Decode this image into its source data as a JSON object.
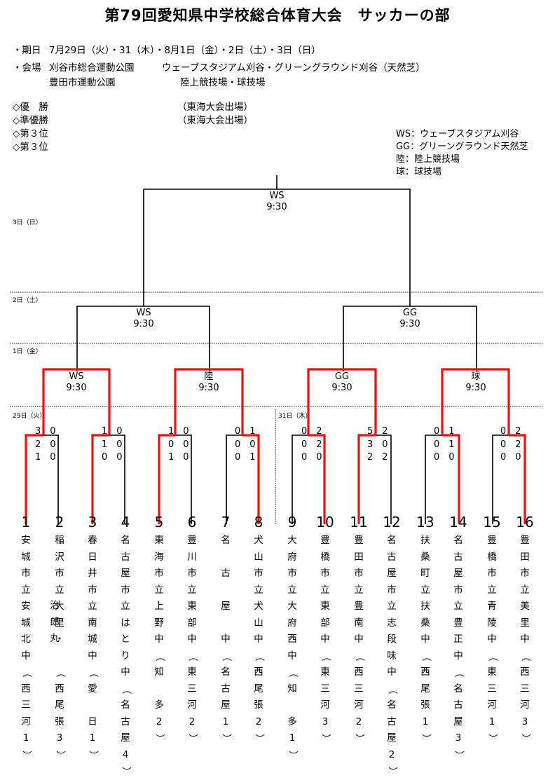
{
  "title": "第79回愛知県中学校総合体育大会　サッカーの部",
  "info": {
    "period_label": "・期日",
    "period_value": "7月29日（火）・31（木）・8月1日（金）・2日（土）・3日（日）",
    "venue_label": "・会場",
    "venue1_name": "刈谷市総合運動公園",
    "venue1_fields": "ウェーブスタジアム刈谷・グリーングラウンド刈谷（天然芝）",
    "venue2_name": "豊田市運動公園",
    "venue2_fields": "陸上競技場・球技場"
  },
  "results": [
    {
      "label": "◇優　勝",
      "note": "（東海大会出場）"
    },
    {
      "label": "◇準優勝",
      "note": "（東海大会出場）"
    },
    {
      "label": "◇第３位",
      "note": ""
    },
    {
      "label": "◇第３位",
      "note": ""
    }
  ],
  "legend": [
    "WS：ウェーブスタジアム刈谷",
    "GG：グリーングラウンド天然芝",
    "陸：陸上競技場",
    "球：球技場"
  ],
  "days": {
    "d3": "3日（日）",
    "d2": "2日（土）",
    "d1": "1日（金）",
    "d29": "29日（火）",
    "d31": "31日（木）"
  },
  "final": {
    "venue": "WS",
    "time": "9:30"
  },
  "semis": [
    {
      "venue": "WS",
      "time": "9:30"
    },
    {
      "venue": "GG",
      "time": "9:30"
    }
  ],
  "quarters": [
    {
      "venue": "WS",
      "time": "9:30"
    },
    {
      "venue": "陸",
      "time": "9:30"
    },
    {
      "venue": "GG",
      "time": "9:30"
    },
    {
      "venue": "球",
      "time": "9:30"
    }
  ],
  "r1_scores": [
    {
      "total": "3　0",
      "h1": "2　0",
      "h2": "1　0"
    },
    {
      "total": "1　0",
      "h1": "1　0",
      "h2": "0　0"
    },
    {
      "total": "1　0",
      "h1": "0　0",
      "h2": "1　0"
    },
    {
      "total": "0　1",
      "h1": "0　0",
      "h2": "0　1"
    },
    {
      "total": "0　2",
      "h1": "0　2",
      "h2": "0　0"
    },
    {
      "total": "5　2",
      "h1": "3　0",
      "h2": "2　2"
    },
    {
      "total": "0　1",
      "h1": "0　1",
      "h2": "0　0"
    },
    {
      "total": "0　2",
      "h1": "0　2",
      "h2": "0　0"
    }
  ],
  "teams": [
    {
      "num": "1",
      "chars": [
        "安",
        "城",
        "市",
        "立",
        "安",
        "城",
        "北",
        "中",
        "（",
        "西",
        "三",
        "河",
        "1",
        "）"
      ]
    },
    {
      "num": "2",
      "chars": [
        "稲",
        "沢",
        "市",
        "立",
        "大",
        "里",
        "・",
        "",
        "（",
        "西",
        "尾",
        "張",
        "3",
        "）"
      ],
      "extra": "治郎丸"
    },
    {
      "num": "3",
      "chars": [
        "春",
        "日",
        "井",
        "市",
        "立",
        "南",
        "城",
        "中",
        "（",
        "愛",
        "",
        "日",
        "1",
        "）"
      ]
    },
    {
      "num": "4",
      "chars": [
        "名",
        "古",
        "屋",
        "市",
        "立",
        "は",
        "と",
        "り",
        "中",
        "（",
        "名",
        "古",
        "屋",
        "4",
        "）"
      ]
    },
    {
      "num": "5",
      "chars": [
        "東",
        "海",
        "市",
        "立",
        "上",
        "野",
        "中",
        "（",
        "知",
        "",
        "多",
        "2",
        "）"
      ]
    },
    {
      "num": "6",
      "chars": [
        "豊",
        "川",
        "市",
        "立",
        "東",
        "部",
        "中",
        "（",
        "東",
        "三",
        "河",
        "2",
        "）"
      ]
    },
    {
      "num": "7",
      "chars": [
        "名",
        "",
        "古",
        "",
        "屋",
        "",
        "中",
        "（",
        "名",
        "古",
        "屋",
        "1",
        "）"
      ]
    },
    {
      "num": "8",
      "chars": [
        "犬",
        "山",
        "市",
        "立",
        "犬",
        "山",
        "中",
        "（",
        "西",
        "尾",
        "張",
        "2",
        "）"
      ]
    },
    {
      "num": "9",
      "chars": [
        "大",
        "府",
        "市",
        "立",
        "大",
        "府",
        "西",
        "中",
        "（",
        "知",
        "",
        "多",
        "1",
        "）"
      ]
    },
    {
      "num": "10",
      "chars": [
        "豊",
        "橋",
        "市",
        "立",
        "東",
        "部",
        "中",
        "（",
        "東",
        "三",
        "河",
        "3",
        "）"
      ]
    },
    {
      "num": "11",
      "chars": [
        "豊",
        "田",
        "市",
        "立",
        "豊",
        "南",
        "中",
        "（",
        "西",
        "三",
        "河",
        "2",
        "）"
      ]
    },
    {
      "num": "12",
      "chars": [
        "名",
        "古",
        "屋",
        "市",
        "立",
        "志",
        "段",
        "味",
        "中",
        "（",
        "名",
        "古",
        "屋",
        "2",
        "）"
      ]
    },
    {
      "num": "13",
      "chars": [
        "扶",
        "桑",
        "町",
        "立",
        "扶",
        "桑",
        "中",
        "（",
        "西",
        "尾",
        "張",
        "1",
        "）"
      ]
    },
    {
      "num": "14",
      "chars": [
        "名",
        "古",
        "屋",
        "市",
        "立",
        "豊",
        "正",
        "中",
        "（",
        "名",
        "古",
        "屋",
        "3",
        "）"
      ]
    },
    {
      "num": "15",
      "chars": [
        "豊",
        "橋",
        "市",
        "立",
        "青",
        "陵",
        "中",
        "（",
        "東",
        "三",
        "河",
        "1",
        "）"
      ]
    },
    {
      "num": "16",
      "chars": [
        "豊",
        "田",
        "市",
        "立",
        "美",
        "里",
        "中",
        "（",
        "西",
        "三",
        "河",
        "3",
        "）"
      ]
    }
  ],
  "colors": {
    "winner_line": "#ee1111",
    "bracket_line": "#000000"
  }
}
